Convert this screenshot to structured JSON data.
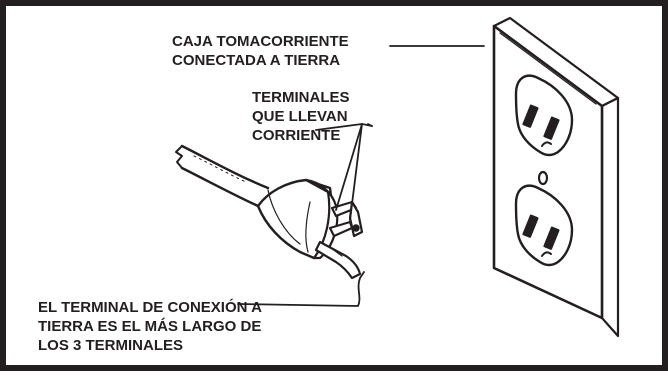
{
  "labels": {
    "outlet": [
      "CAJA TOMACORRIENTE",
      "CONECTADA A TIERRA"
    ],
    "hot_terminals": [
      "TERMINALES",
      "QUE LLEVAN",
      "CORRIENTE"
    ],
    "ground_terminal": [
      "EL TERMINAL DE CONEXIÓN A",
      "TIERRA ES EL MÁS LARGO DE",
      "LOS 3 TERMINALES"
    ]
  },
  "colors": {
    "ink": "#231f20",
    "background": "#ffffff",
    "wall_plate": "#ffffff"
  }
}
